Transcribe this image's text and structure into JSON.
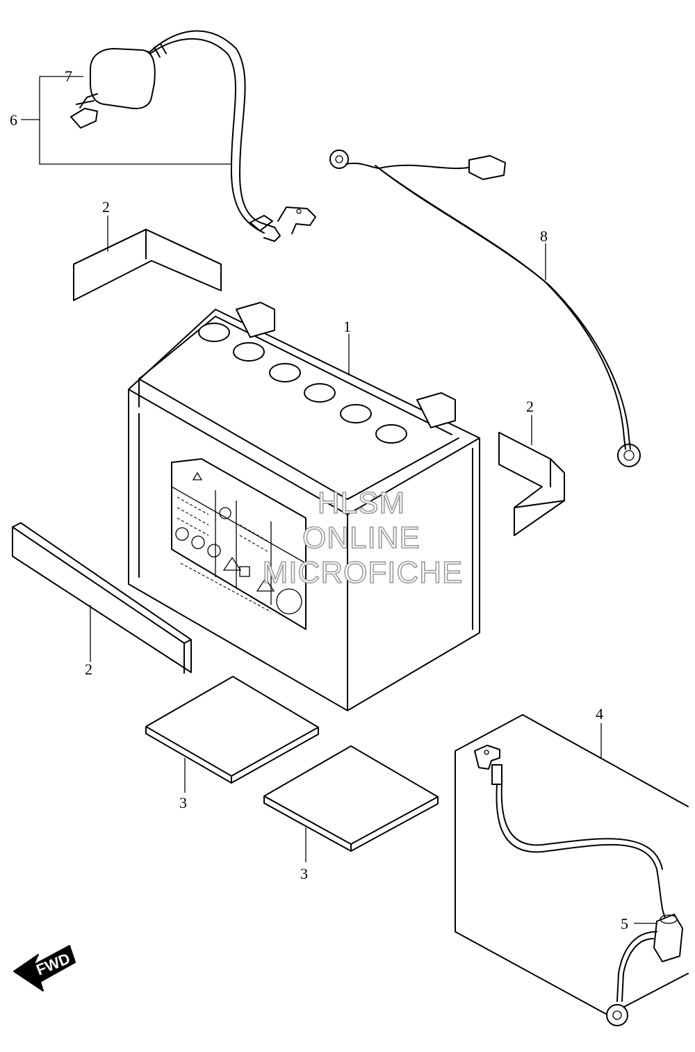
{
  "callouts": {
    "battery": "1",
    "spacer_top_left": "2",
    "spacer_right": "2",
    "spacer_lower_left": "2",
    "pad_left": "3",
    "pad_right": "3",
    "cable_assembly": "4",
    "cable_cap": "5",
    "starter_cable": "6",
    "fuse_cover": "7",
    "ground_lead": "8"
  },
  "watermark": {
    "line1": "HLSM",
    "line2": "ONLINE",
    "line3": "MICROFICHE"
  },
  "fwd_label": "FWD"
}
